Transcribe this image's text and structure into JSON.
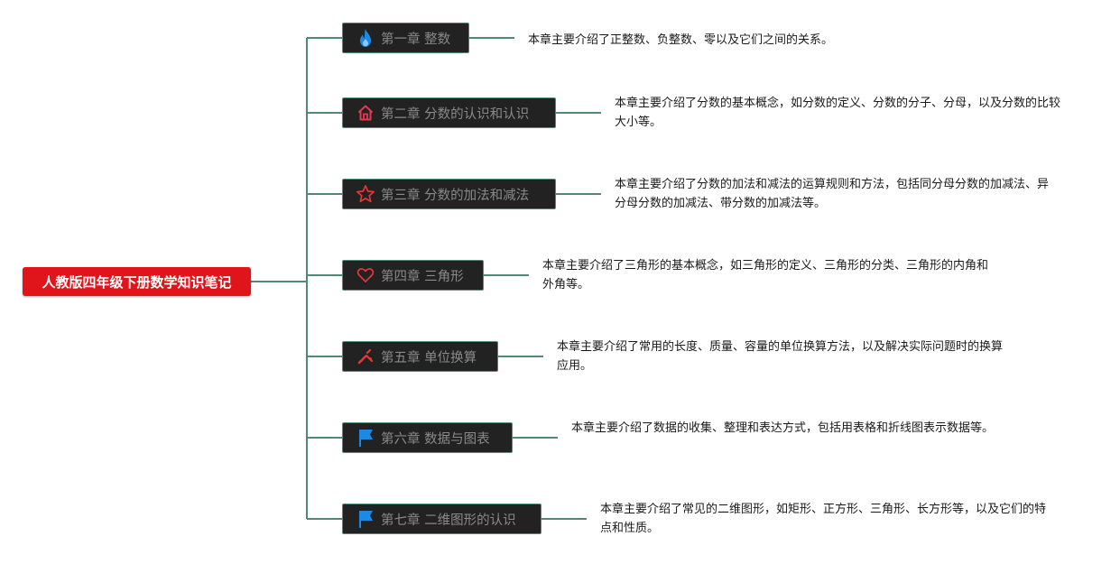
{
  "root": {
    "label": "人教版四年级下册数学知识笔记"
  },
  "chapters": [
    {
      "title": "第一章 整数",
      "icon": "flame-icon",
      "icon_color": "#1e88e5",
      "description": "本章主要介绍了正整数、负整数、零以及它们之间的关系。"
    },
    {
      "title": "第二章 分数的认识和认识",
      "icon": "house-icon",
      "icon_color": "#e53950",
      "description": "本章主要介绍了分数的基本概念，如分数的定义、分数的分子、分母，以及分数的比较大小等。"
    },
    {
      "title": "第三章 分数的加法和减法",
      "icon": "star-icon",
      "icon_color": "#e53935",
      "description": "本章主要介绍了分数的加法和减法的运算规则和方法，包括同分母分数的加减法、异分母分数的加减法、带分数的加减法等。"
    },
    {
      "title": "第四章 三角形",
      "icon": "heart-icon",
      "icon_color": "#e53935",
      "description": "本章主要介绍了三角形的基本概念，如三角形的定义、三角形的分类、三角形的内角和外角等。"
    },
    {
      "title": "第五章 单位换算",
      "icon": "tools-icon",
      "icon_color": "#e53935",
      "description": "本章主要介绍了常用的长度、质量、容量的单位换算方法，以及解决实际问题时的换算应用。"
    },
    {
      "title": "第六章 数据与图表",
      "icon": "flag-icon",
      "icon_color": "#1e88e5",
      "description": "本章主要介绍了数据的收集、整理和表达方式，包括用表格和折线图表示数据等。"
    },
    {
      "title": "第七章 二维图形的认识",
      "icon": "flag-icon",
      "icon_color": "#1e88e5",
      "description": "本章主要介绍了常见的二维图形，如矩形、正方形、三角形、长方形等，以及它们的特点和性质。"
    }
  ],
  "colors": {
    "connector": "#4f8a78",
    "root_bg": "#e0141b",
    "node_bg": "#222222"
  }
}
